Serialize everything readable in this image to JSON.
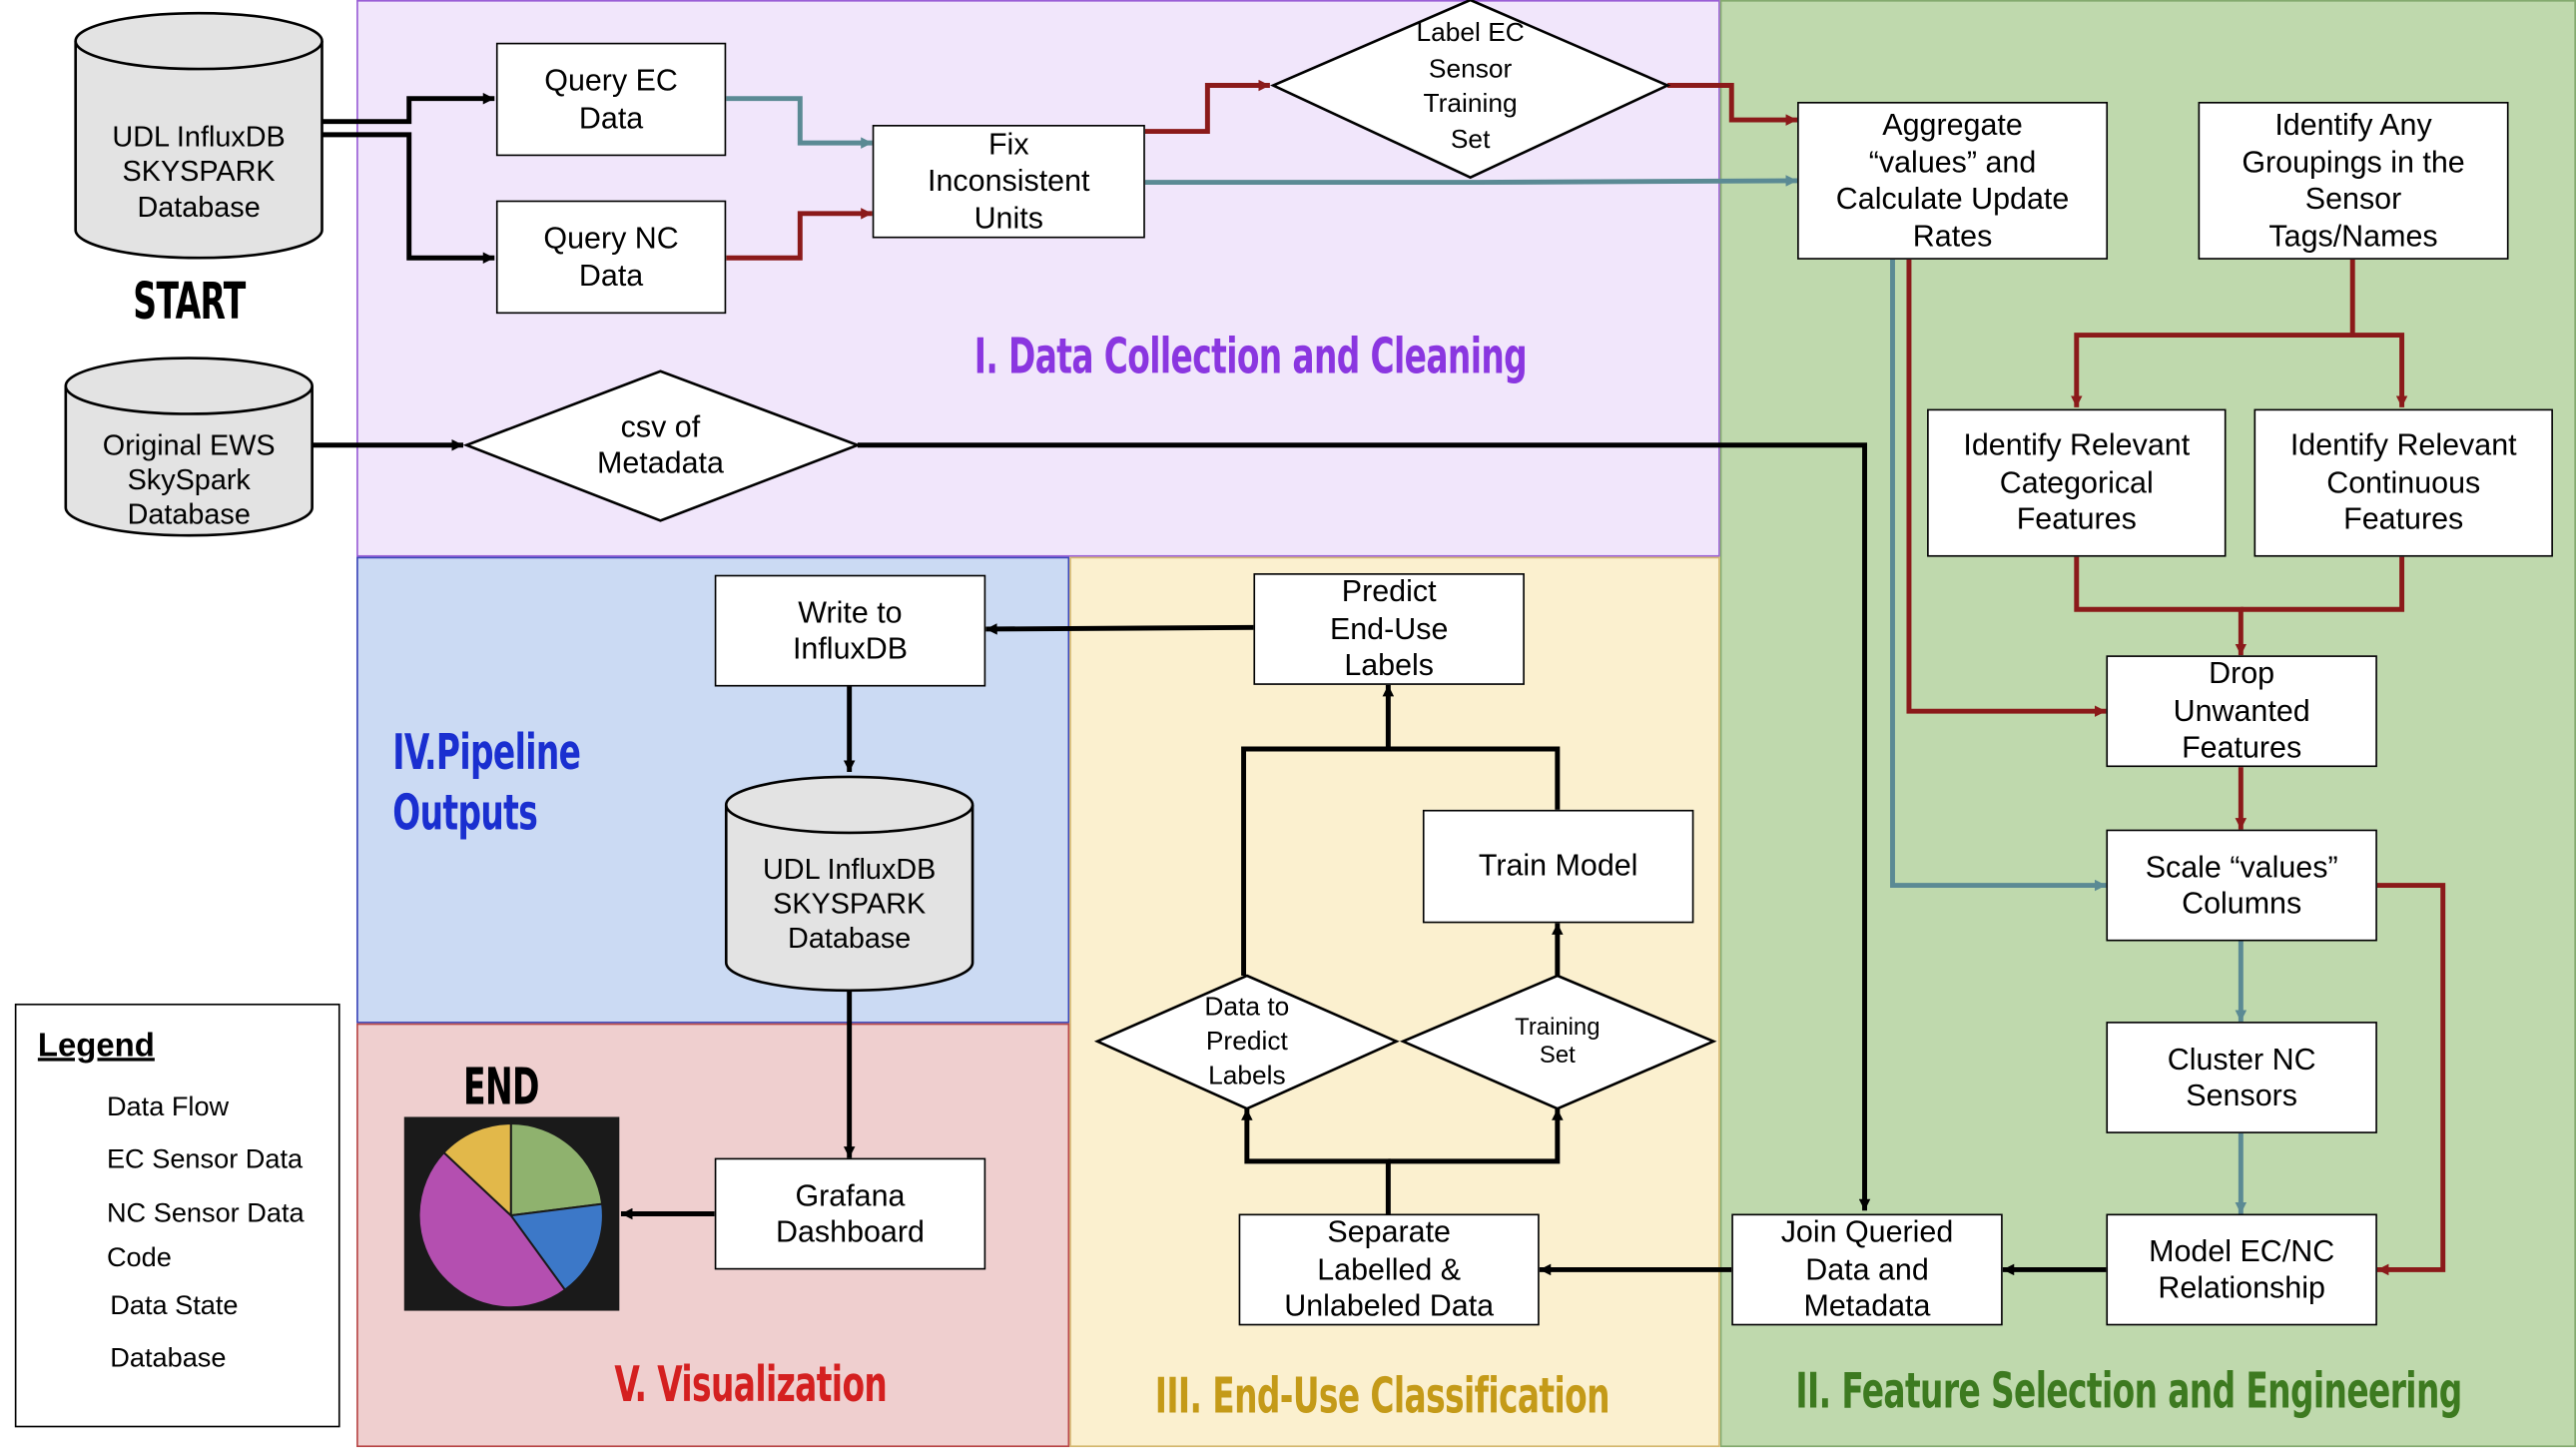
{
  "colors": {
    "data_flow": "#000000",
    "ec_sensor": "#8b1a1a",
    "nc_sensor": "#5b8a94",
    "section1_bg": "#f1e6fb",
    "section2_bg": "#bfd9ad",
    "section3_bg": "#fbf0cf",
    "section4_bg": "#cbdaf3",
    "section5_bg": "#efcfcf",
    "section1_title": "#8a36e0",
    "section2_title": "#3d7a20",
    "section3_title": "#c49a18",
    "section4_title": "#1a2fd0",
    "section5_title": "#d42020"
  },
  "sections": {
    "s1": "I. Data Collection and Cleaning",
    "s2": "II. Feature Selection and Engineering",
    "s3": "III. End-Use Classification",
    "s4_line1": "IV.Pipeline",
    "s4_line2": "Outputs",
    "s5": "V. Visualization"
  },
  "markers": {
    "start": "START",
    "end": "END"
  },
  "databases": {
    "udl_top": "UDL InfluxDB\nSKYSPARK\nDatabase",
    "ews": "Original EWS\nSkySpark\nDatabase",
    "udl_out": "UDL InfluxDB\nSKYSPARK\nDatabase"
  },
  "steps": {
    "query_ec": "Query EC\nData",
    "query_nc": "Query NC\nData",
    "fix_units": "Fix\nInconsistent\nUnits",
    "aggregate": "Aggregate\n“values” and\nCalculate Update\nRates",
    "groupings": "Identify Any\nGroupings in the\nSensor\nTags/Names",
    "categorical": "Identify Relevant\nCategorical\nFeatures",
    "continuous": "Identify Relevant\nContinuous\nFeatures",
    "drop": "Drop\nUnwanted\nFeatures",
    "scale": "Scale “values”\nColumns",
    "cluster": "Cluster NC\nSensors",
    "model": "Model EC/NC\nRelationship",
    "join": "Join Queried\nData and\nMetadata",
    "separate": "Separate\nLabelled &\nUnlabeled Data",
    "train": "Train Model",
    "predict": "Predict\nEnd-Use\nLabels",
    "write": "Write to\nInfluxDB",
    "grafana": "Grafana\nDashboard"
  },
  "data_states": {
    "label_ec": "Label EC\nSensor\nTraining\nSet",
    "csv_meta": "csv of\nMetadata",
    "to_predict": "Data to\nPredict\nLabels",
    "training_set": "Training\nSet"
  },
  "legend": {
    "title": "Legend",
    "data_flow": "Data Flow",
    "ec": "EC Sensor Data",
    "nc": "NC Sensor Data",
    "code": "Code",
    "data_state": "Data State",
    "database": "Database"
  },
  "pie_chart": {
    "type": "pie",
    "slices": [
      {
        "value": 23,
        "color": "#8fb26e"
      },
      {
        "value": 17,
        "color": "#3c78c8"
      },
      {
        "value": 47,
        "color": "#b44fb0"
      },
      {
        "value": 13,
        "color": "#e2b84a"
      }
    ]
  }
}
